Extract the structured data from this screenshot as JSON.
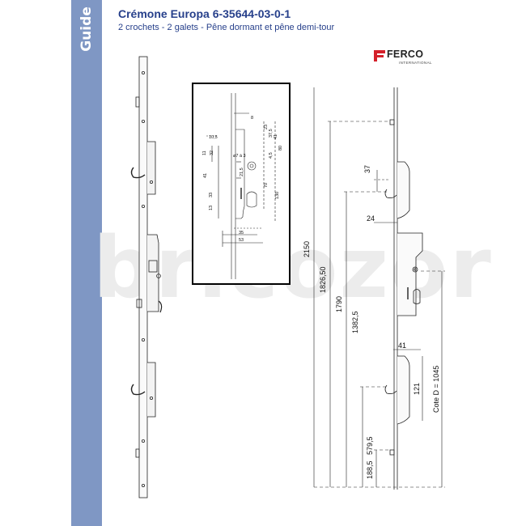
{
  "sidebar": {
    "label": "Guide",
    "color": "#7f97c4"
  },
  "header": {
    "title": "Crémone Europa 6-35644-03-0-1",
    "subtitle": "2 crochets - 2 galets - Pêne dormant et pêne demi-tour",
    "title_color": "#27408b"
  },
  "brand": {
    "name": "FERCO",
    "registered": "®",
    "tagline": "INTERNATIONAL",
    "mark_color": "#d4202a"
  },
  "watermark": {
    "text": "bricozor"
  },
  "detail_dims": {
    "d8": "8",
    "d10_5": "10,5",
    "d23": "23",
    "d37_5": "37,5",
    "d41": "41",
    "d32": "32",
    "d11": "11",
    "d7a3": "ø7 à 3",
    "d80": "80",
    "d21_5": "21,5",
    "d4_5": "4,5",
    "d70": "70",
    "d41b": "41",
    "d33": "33",
    "d13": "13",
    "d130": "130",
    "d35": "35",
    "d53": "53"
  },
  "main_dims": {
    "h2150": "2150",
    "h1826": "1826,50",
    "h1790": "1790",
    "h1382": "1382,5",
    "h579": "579,5",
    "h188": "188,5",
    "d37": "37",
    "d24": "24",
    "d41": "41",
    "d121": "121",
    "cote": "Cote D = 1045"
  }
}
